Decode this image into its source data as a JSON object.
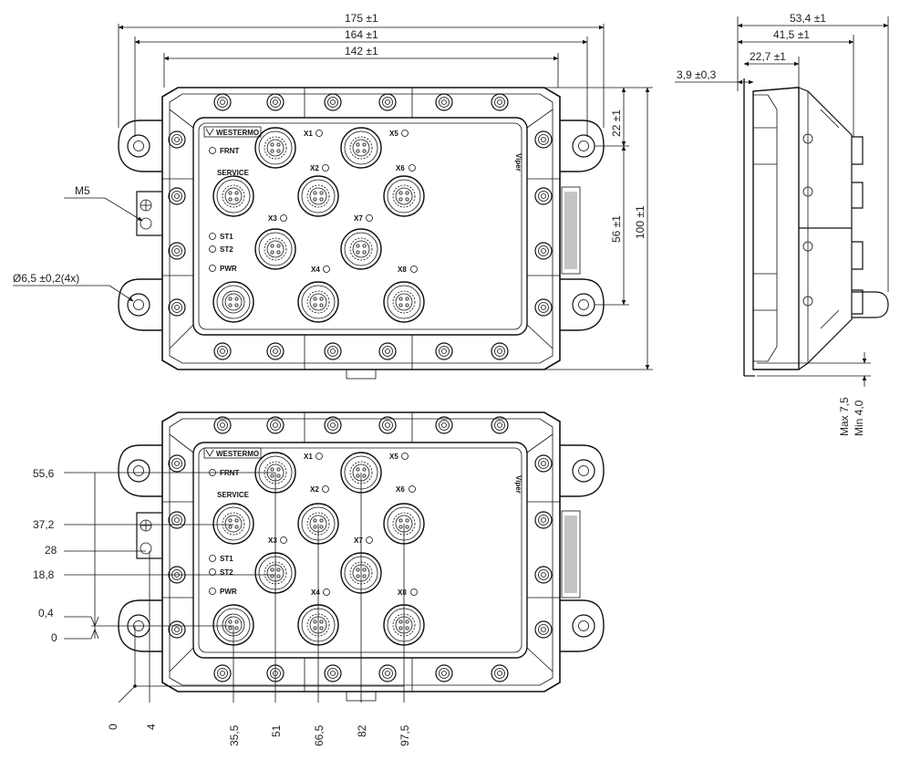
{
  "top_view": {
    "dims": {
      "overall_width": "175 ±1",
      "hole_spacing": "164 ±1",
      "body_width": "142 ±1",
      "height_total": "100 ±1",
      "hole_vertical": "56 ±1",
      "hole_offset": "22 ±1",
      "ground_screw": "M5",
      "mount_hole": "Ø6,5 ±0,2(4x)"
    },
    "labels": {
      "logo": "WESTERMO",
      "brand": "Viper",
      "frnt": "FRNT",
      "service": "SERVICE",
      "st1": "ST1",
      "st2": "ST2",
      "pwr": "PWR",
      "x1": "X1",
      "x2": "X2",
      "x3": "X3",
      "x4": "X4",
      "x5": "X5",
      "x6": "X6",
      "x7": "X7",
      "x8": "X8"
    }
  },
  "side_view": {
    "dims": {
      "depth_total": "53,4 ±1",
      "depth_body": "41,5 ±1",
      "depth_connector": "22,7 ±1",
      "plate": "3,9 ±0,3",
      "max": "Max 7,5",
      "min": "Min 4,0"
    }
  },
  "bottom_view": {
    "y_ticks": [
      "55,6",
      "37,2",
      "28",
      "18,8",
      "0,4",
      "0"
    ],
    "x_ticks": [
      "0",
      "4",
      "35,5",
      "51",
      "66,5",
      "82",
      "97,5"
    ],
    "labels": {
      "logo": "WESTERMO",
      "brand": "Viper",
      "frnt": "FRNT",
      "service": "SERVICE",
      "st1": "ST1",
      "st2": "ST2",
      "pwr": "PWR",
      "x1": "X1",
      "x2": "X2",
      "x3": "X3",
      "x4": "X4",
      "x5": "X5",
      "x6": "X6",
      "x7": "X7",
      "x8": "X8"
    }
  }
}
